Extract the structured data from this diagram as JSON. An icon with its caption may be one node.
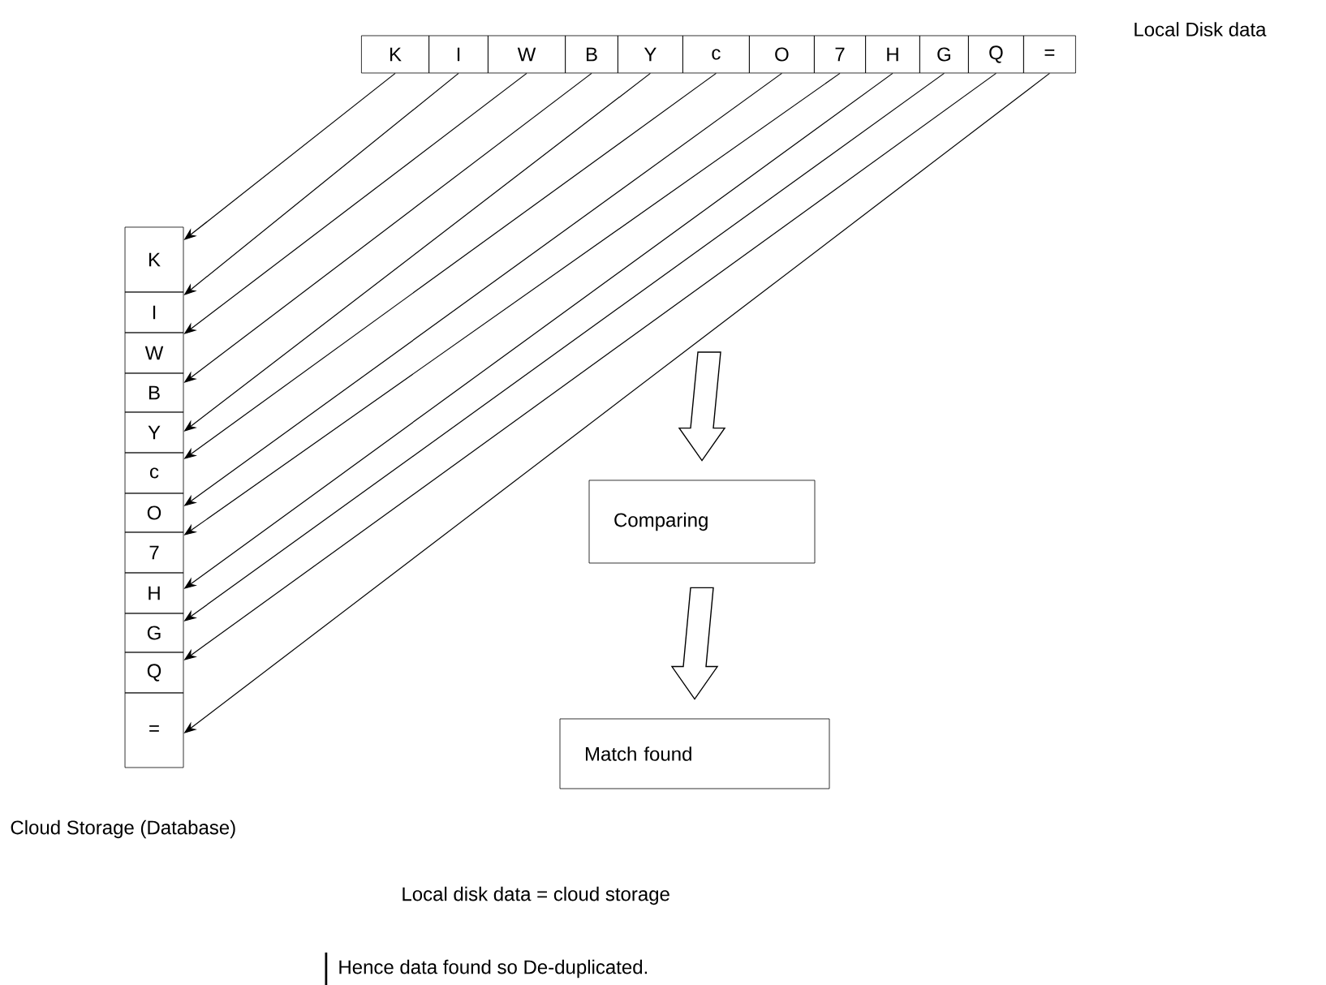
{
  "diagram": {
    "nodes": [
      {
        "text": [
          "K"
        ]
      },
      {
        "text": [
          "I"
        ]
      },
      {
        "text": [
          "W"
        ]
      },
      {
        "text": [
          "B"
        ]
      },
      {
        "text": [
          "Y"
        ]
      },
      {
        "text": [
          "c"
        ]
      },
      {
        "text": [
          "O"
        ]
      },
      {
        "text": [
          "7"
        ]
      },
      {
        "text": [
          "H"
        ]
      },
      {
        "text": [
          "G"
        ]
      },
      {
        "text": [
          "Q"
        ]
      },
      {
        "text": [
          "="
        ]
      },
      {
        "text": [
          "K"
        ]
      },
      {
        "text": [
          "I"
        ]
      },
      {
        "text": [
          "W"
        ]
      },
      {
        "text": [
          "B"
        ]
      },
      {
        "text": [
          "Y"
        ]
      },
      {
        "text": [
          "c"
        ]
      },
      {
        "text": [
          "O"
        ]
      },
      {
        "text": [
          "7"
        ]
      },
      {
        "text": [
          "H"
        ]
      },
      {
        "text": [
          "G"
        ]
      },
      {
        "text": [
          "Q"
        ]
      },
      {
        "text": [
          "="
        ]
      },
      {
        "text": [
          "Comparing"
        ]
      },
      {
        "text": [
          "Match found"
        ]
      }
    ],
    "edges": [
      {
        "from": 0,
        "to": 12,
        "arrow": "to"
      },
      {
        "from": 1,
        "to": 13,
        "arrow": "to"
      },
      {
        "from": 2,
        "to": 14,
        "arrow": "to"
      },
      {
        "from": 3,
        "to": 15,
        "arrow": "to"
      },
      {
        "from": 4,
        "to": 16,
        "arrow": "to"
      },
      {
        "from": 5,
        "to": 17,
        "arrow": "to"
      },
      {
        "from": 6,
        "to": 18,
        "arrow": "to"
      },
      {
        "from": 7,
        "to": 19,
        "arrow": "to"
      },
      {
        "from": 8,
        "to": 20,
        "arrow": "to"
      },
      {
        "from": 9,
        "to": 21,
        "arrow": "to"
      },
      {
        "from": 10,
        "to": 22,
        "arrow": "to"
      },
      {
        "from": 11,
        "to": 23,
        "arrow": "to"
      },
      {
        "from": null,
        "to": 24,
        "arrow": "to",
        "style": "thick"
      },
      {
        "from": 24,
        "to": 25,
        "arrow": "to",
        "style": "thick"
      }
    ],
    "labels": [
      "Local Disk data",
      "Cloud Storage (Database)",
      "Local disk data = cloud storage",
      "Hence data found so De-duplicated."
    ]
  }
}
